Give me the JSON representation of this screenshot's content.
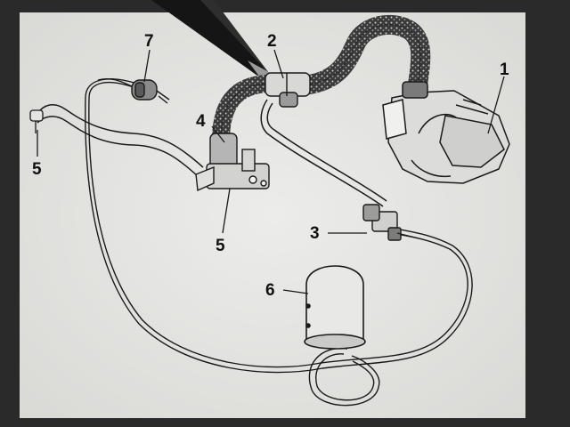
{
  "callouts": [
    {
      "id": "1",
      "label": "1"
    },
    {
      "id": "2",
      "label": "2"
    },
    {
      "id": "3",
      "label": "3"
    },
    {
      "id": "4",
      "label": "4"
    },
    {
      "id": "5a",
      "label": "5"
    },
    {
      "id": "5b",
      "label": "5"
    },
    {
      "id": "6",
      "label": "6"
    },
    {
      "id": "7",
      "label": "7"
    }
  ],
  "colors": {
    "paper": "#e4e4e2",
    "ink": "#1a1a1a",
    "bezel": "#2a2a2a"
  }
}
